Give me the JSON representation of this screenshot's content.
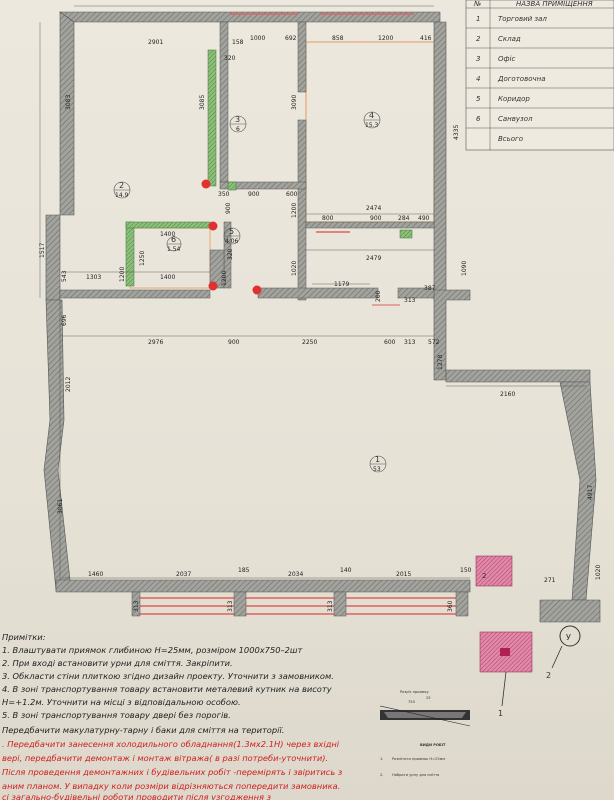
{
  "table": {
    "header_num": "№",
    "header_name": "НАЗВА ПРИМІЩЕННЯ",
    "rows": [
      {
        "num": "1",
        "name": "Торговий зал"
      },
      {
        "num": "2",
        "name": "Склад"
      },
      {
        "num": "3",
        "name": "Офіс"
      },
      {
        "num": "4",
        "name": "Доготовочна"
      },
      {
        "num": "5",
        "name": "Коридор"
      },
      {
        "num": "6",
        "name": "Санвузол"
      }
    ],
    "total_label": "Всього"
  },
  "plan": {
    "dims_top": [
      "2901",
      "158",
      "1000",
      "692",
      "858",
      "1200",
      "416"
    ],
    "dims_left": [
      "3083",
      "1517",
      "543",
      "696",
      "2012",
      "3061"
    ],
    "dims_mid": [
      "320",
      "3085",
      "3090",
      "350",
      "900",
      "600",
      "1200",
      "1400",
      "900",
      "320",
      "1250",
      "1303",
      "1200",
      "1400",
      "1200",
      "2474",
      "800",
      "900",
      "284",
      "490",
      "2479",
      "1020",
      "1090",
      "1179",
      "200",
      "313",
      "387",
      "2976",
      "900",
      "2250",
      "600",
      "313",
      "572",
      "1278",
      "2160",
      "4335"
    ],
    "dims_bottom": [
      "1460",
      "2037",
      "185",
      "2034",
      "140",
      "2015",
      "150",
      "271"
    ],
    "dims_bottom_marks": [
      "313",
      "313",
      "313",
      "360"
    ],
    "dims_right": [
      "4917",
      "1020"
    ],
    "rooms": [
      {
        "num": "1",
        "area": "53"
      },
      {
        "num": "2",
        "area": "14.9"
      },
      {
        "num": "3",
        "area": "6"
      },
      {
        "num": "4",
        "area": "15.3"
      },
      {
        "num": "5",
        "area": "4.06"
      },
      {
        "num": "6",
        "area": "1.54"
      }
    ],
    "marker_label": "2",
    "marker_note": "У",
    "callout_1": "1",
    "callout_2": "2",
    "room2_tag": "2"
  },
  "notes": {
    "heading": "Примітки:",
    "lines": [
      "1. Влаштувати приямок глибиною H=25мм, розміром 1000х750–2шт",
      "2. При вході встановити урни для  сміття. Закріпити.",
      "3. Обкласти стіни плиткою згідно дизайн проекту. Уточнити з замовником.",
      "4. В зоні транспортування товару встановити металевий кутник на висоту",
      "Н=+1.2м. Уточнити на  місці з  відповідальною особою.",
      "5. В зоні транспортування товару двері без порогів."
    ],
    "line_7": "   Передбачити макулатурну-тарну  і баки для сміття на території.",
    "red_lines": [
      ". Передбачити занесення холодильного обладнання(1.3мх2.1Н) через вхідні",
      "вері, передбачити демонтаж і монтаж вітража( в разі потреби-уточнити).",
      "Після проведення демонтажних і будівельних робіт -перемірять і звіритись з",
      "аним планом. У випадку коли розміри відрізняються попередити замовника.",
      "сі загально-будівельні  роботи  проводити після  узгодження з"
    ]
  },
  "legend": {
    "title": "Розріз приямку",
    "label_25": "25",
    "label_750": "750",
    "heading": "ВИДИ РОБІТ",
    "item_1_num": "1.",
    "item_1": "Розмітити приямок H=25мм",
    "item_2_num": "2.",
    "item_2": "Набрати урну для сміття"
  },
  "colors": {
    "wall_gray": "#8e8e8a",
    "wall_green": "#5c9a4c",
    "red_line": "#e06060",
    "red_dot": "#e03030",
    "pink_fill": "#d86a8c",
    "orange_line": "#e89a60"
  }
}
